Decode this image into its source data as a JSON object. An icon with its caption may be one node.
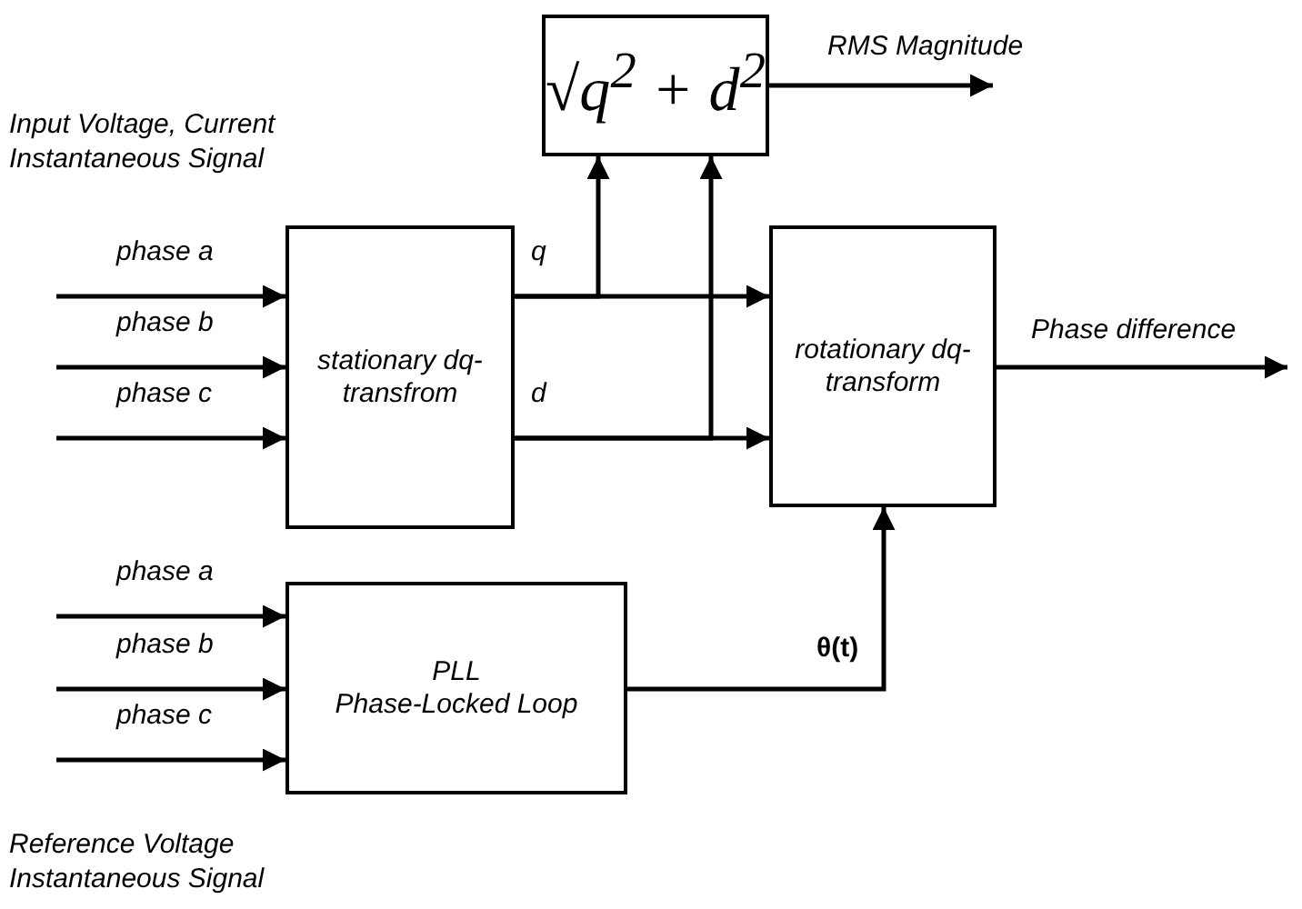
{
  "diagram": {
    "nodes": [
      {
        "text": [
          "√q$^{2}$ + d$^{2}$"
        ]
      },
      {
        "text": [
          "stationary dq-transfrom"
        ]
      },
      {
        "text": [
          "rotationary dq-transform"
        ]
      },
      {
        "text": [
          "PLL",
          "Phase-Locked Loop"
        ]
      }
    ],
    "edges": [
      {
        "from": null,
        "to": 1,
        "arrow": "to",
        "label": "phase a"
      },
      {
        "from": null,
        "to": 1,
        "arrow": "to",
        "label": "phase b"
      },
      {
        "from": null,
        "to": 1,
        "arrow": "to",
        "label": "phase c"
      },
      {
        "from": null,
        "to": 3,
        "arrow": "to",
        "label": "phase a"
      },
      {
        "from": null,
        "to": 3,
        "arrow": "to",
        "label": "phase b"
      },
      {
        "from": null,
        "to": 3,
        "arrow": "to",
        "label": "phase c"
      },
      {
        "from": 1,
        "to": 2,
        "arrow": "to",
        "label": "q"
      },
      {
        "from": 1,
        "to": 0,
        "arrow": "to"
      },
      {
        "from": 1,
        "to": 2,
        "arrow": "to",
        "label": "d"
      },
      {
        "from": 1,
        "to": 0,
        "arrow": "to"
      },
      {
        "from": 0,
        "to": null,
        "arrow": "to",
        "label": "RMS Magnitude"
      },
      {
        "from": 2,
        "to": null,
        "arrow": "to",
        "label": "Phase difference"
      },
      {
        "from": 3,
        "to": 2,
        "arrow": "to",
        "label": "θ(t)"
      }
    ],
    "labels": [
      "Input Voltage, Current Instantaneous Signal",
      "Reference Voltage Instantaneous Signal"
    ]
  }
}
